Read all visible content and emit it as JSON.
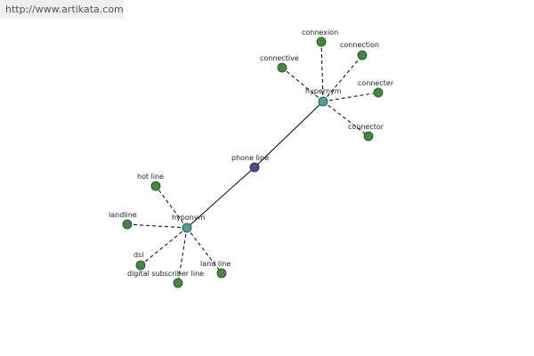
{
  "watermark": "http://www.artikata.com",
  "colors": {
    "center_node": "#4a4a9a",
    "hub_node": "#4f9f9f",
    "leaf_node": "#3f8a3f",
    "edge": "#000000"
  },
  "graph": {
    "center": {
      "label": "phone line"
    },
    "hubs": [
      {
        "id": "hypernym",
        "label": "hypernym"
      },
      {
        "id": "hyponym",
        "label": "hyponym"
      }
    ],
    "leaves": [
      {
        "label": "connexion",
        "hub": "hypernym"
      },
      {
        "label": "connection",
        "hub": "hypernym"
      },
      {
        "label": "connective",
        "hub": "hypernym"
      },
      {
        "label": "connecter",
        "hub": "hypernym"
      },
      {
        "label": "connector",
        "hub": "hypernym"
      },
      {
        "label": "hot line",
        "hub": "hyponym"
      },
      {
        "label": "landline",
        "hub": "hyponym"
      },
      {
        "label": "dsl",
        "hub": "hyponym"
      },
      {
        "label": "digital subscriber line",
        "hub": "hyponym"
      },
      {
        "label": "land line",
        "hub": "hyponym"
      }
    ]
  }
}
